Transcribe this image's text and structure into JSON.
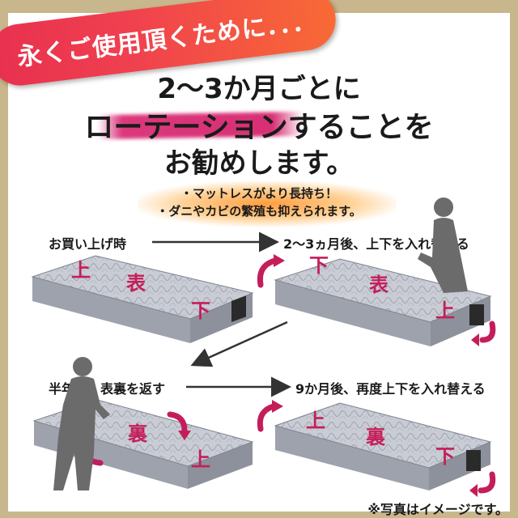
{
  "banner": {
    "text": "永くご使用頂くために．．．"
  },
  "headline": {
    "line1": "2〜3か月ごとに",
    "line2": "ローテーションすることを",
    "line3": "お勧めします。"
  },
  "benefits": {
    "line1": "・マットレスがより長持ち！",
    "line2": "・ダニやカビの繁殖も抑えられます。"
  },
  "steps": {
    "step1": "お買い上げ時",
    "step2": "2〜3ヵ月後、上下を入れ替える",
    "step3": "半年後、表裏を返す",
    "step4": "9か月後、再度上下を入れ替える"
  },
  "mattresses": {
    "m1": {
      "top": "上",
      "center": "表",
      "bottom": "下"
    },
    "m2": {
      "top": "下",
      "center": "表",
      "bottom": "上"
    },
    "m3": {
      "top": "下",
      "center": "裏",
      "bottom": "上"
    },
    "m4": {
      "top": "上",
      "center": "裏",
      "bottom": "下"
    }
  },
  "footnote": "※写真はイメージです。",
  "colors": {
    "accent": "#c41e5a",
    "banner_start": "#e8304f",
    "banner_end": "#f86a35",
    "border": "#c8b78c"
  }
}
